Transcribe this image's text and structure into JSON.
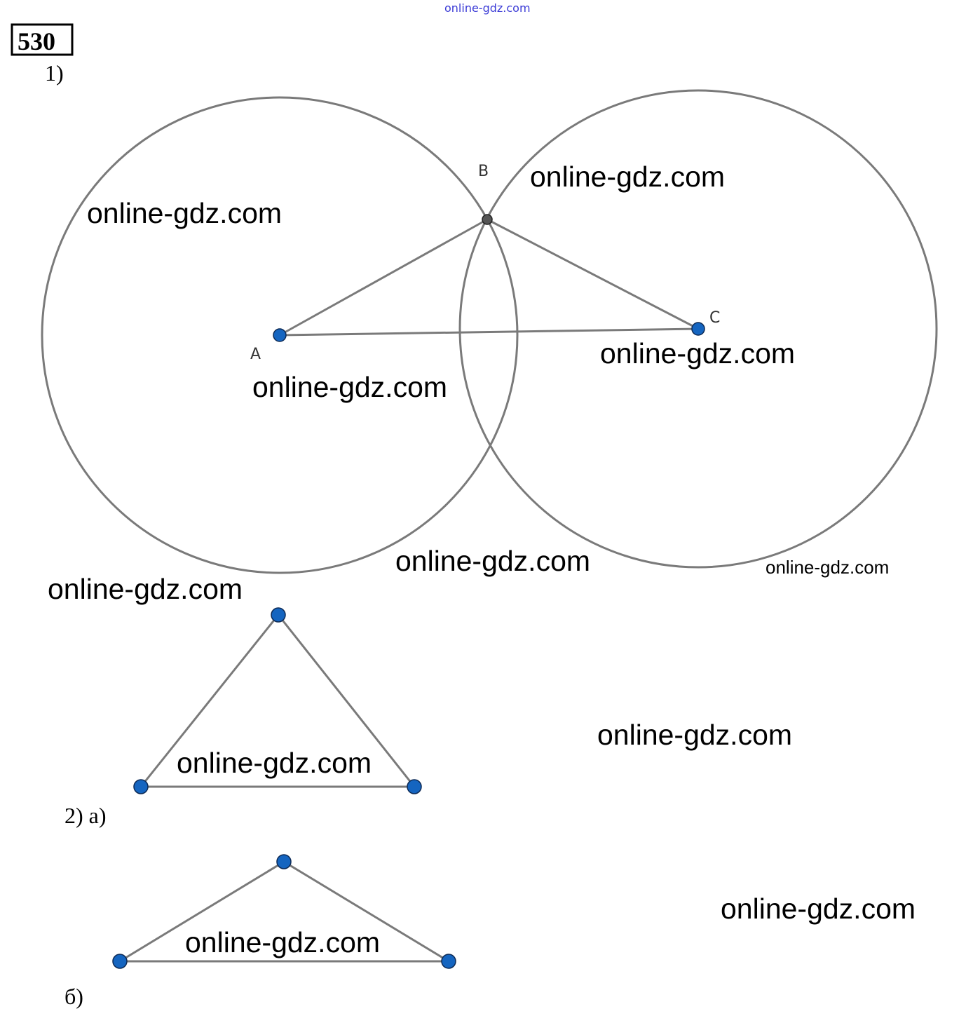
{
  "header": {
    "problem_number": "530",
    "top_watermark": "online-gdz.com"
  },
  "part1": {
    "label": "1)",
    "points": {
      "A": "A",
      "B": "B",
      "C": "C"
    }
  },
  "part2a": {
    "label": "2) а)"
  },
  "part2b": {
    "label": "б)"
  },
  "watermarks": [
    "online-gdz.com",
    "online-gdz.com",
    "online-gdz.com",
    "online-gdz.com",
    "online-gdz.com",
    "online-gdz.com",
    "online-gdz.com",
    "online-gdz.com",
    "online-gdz.com",
    "online-gdz.com",
    "online-gdz.com"
  ],
  "colors": {
    "point": "#1565c0",
    "line": "#7a7a7a",
    "watermark_top": "#3b3bd6"
  }
}
